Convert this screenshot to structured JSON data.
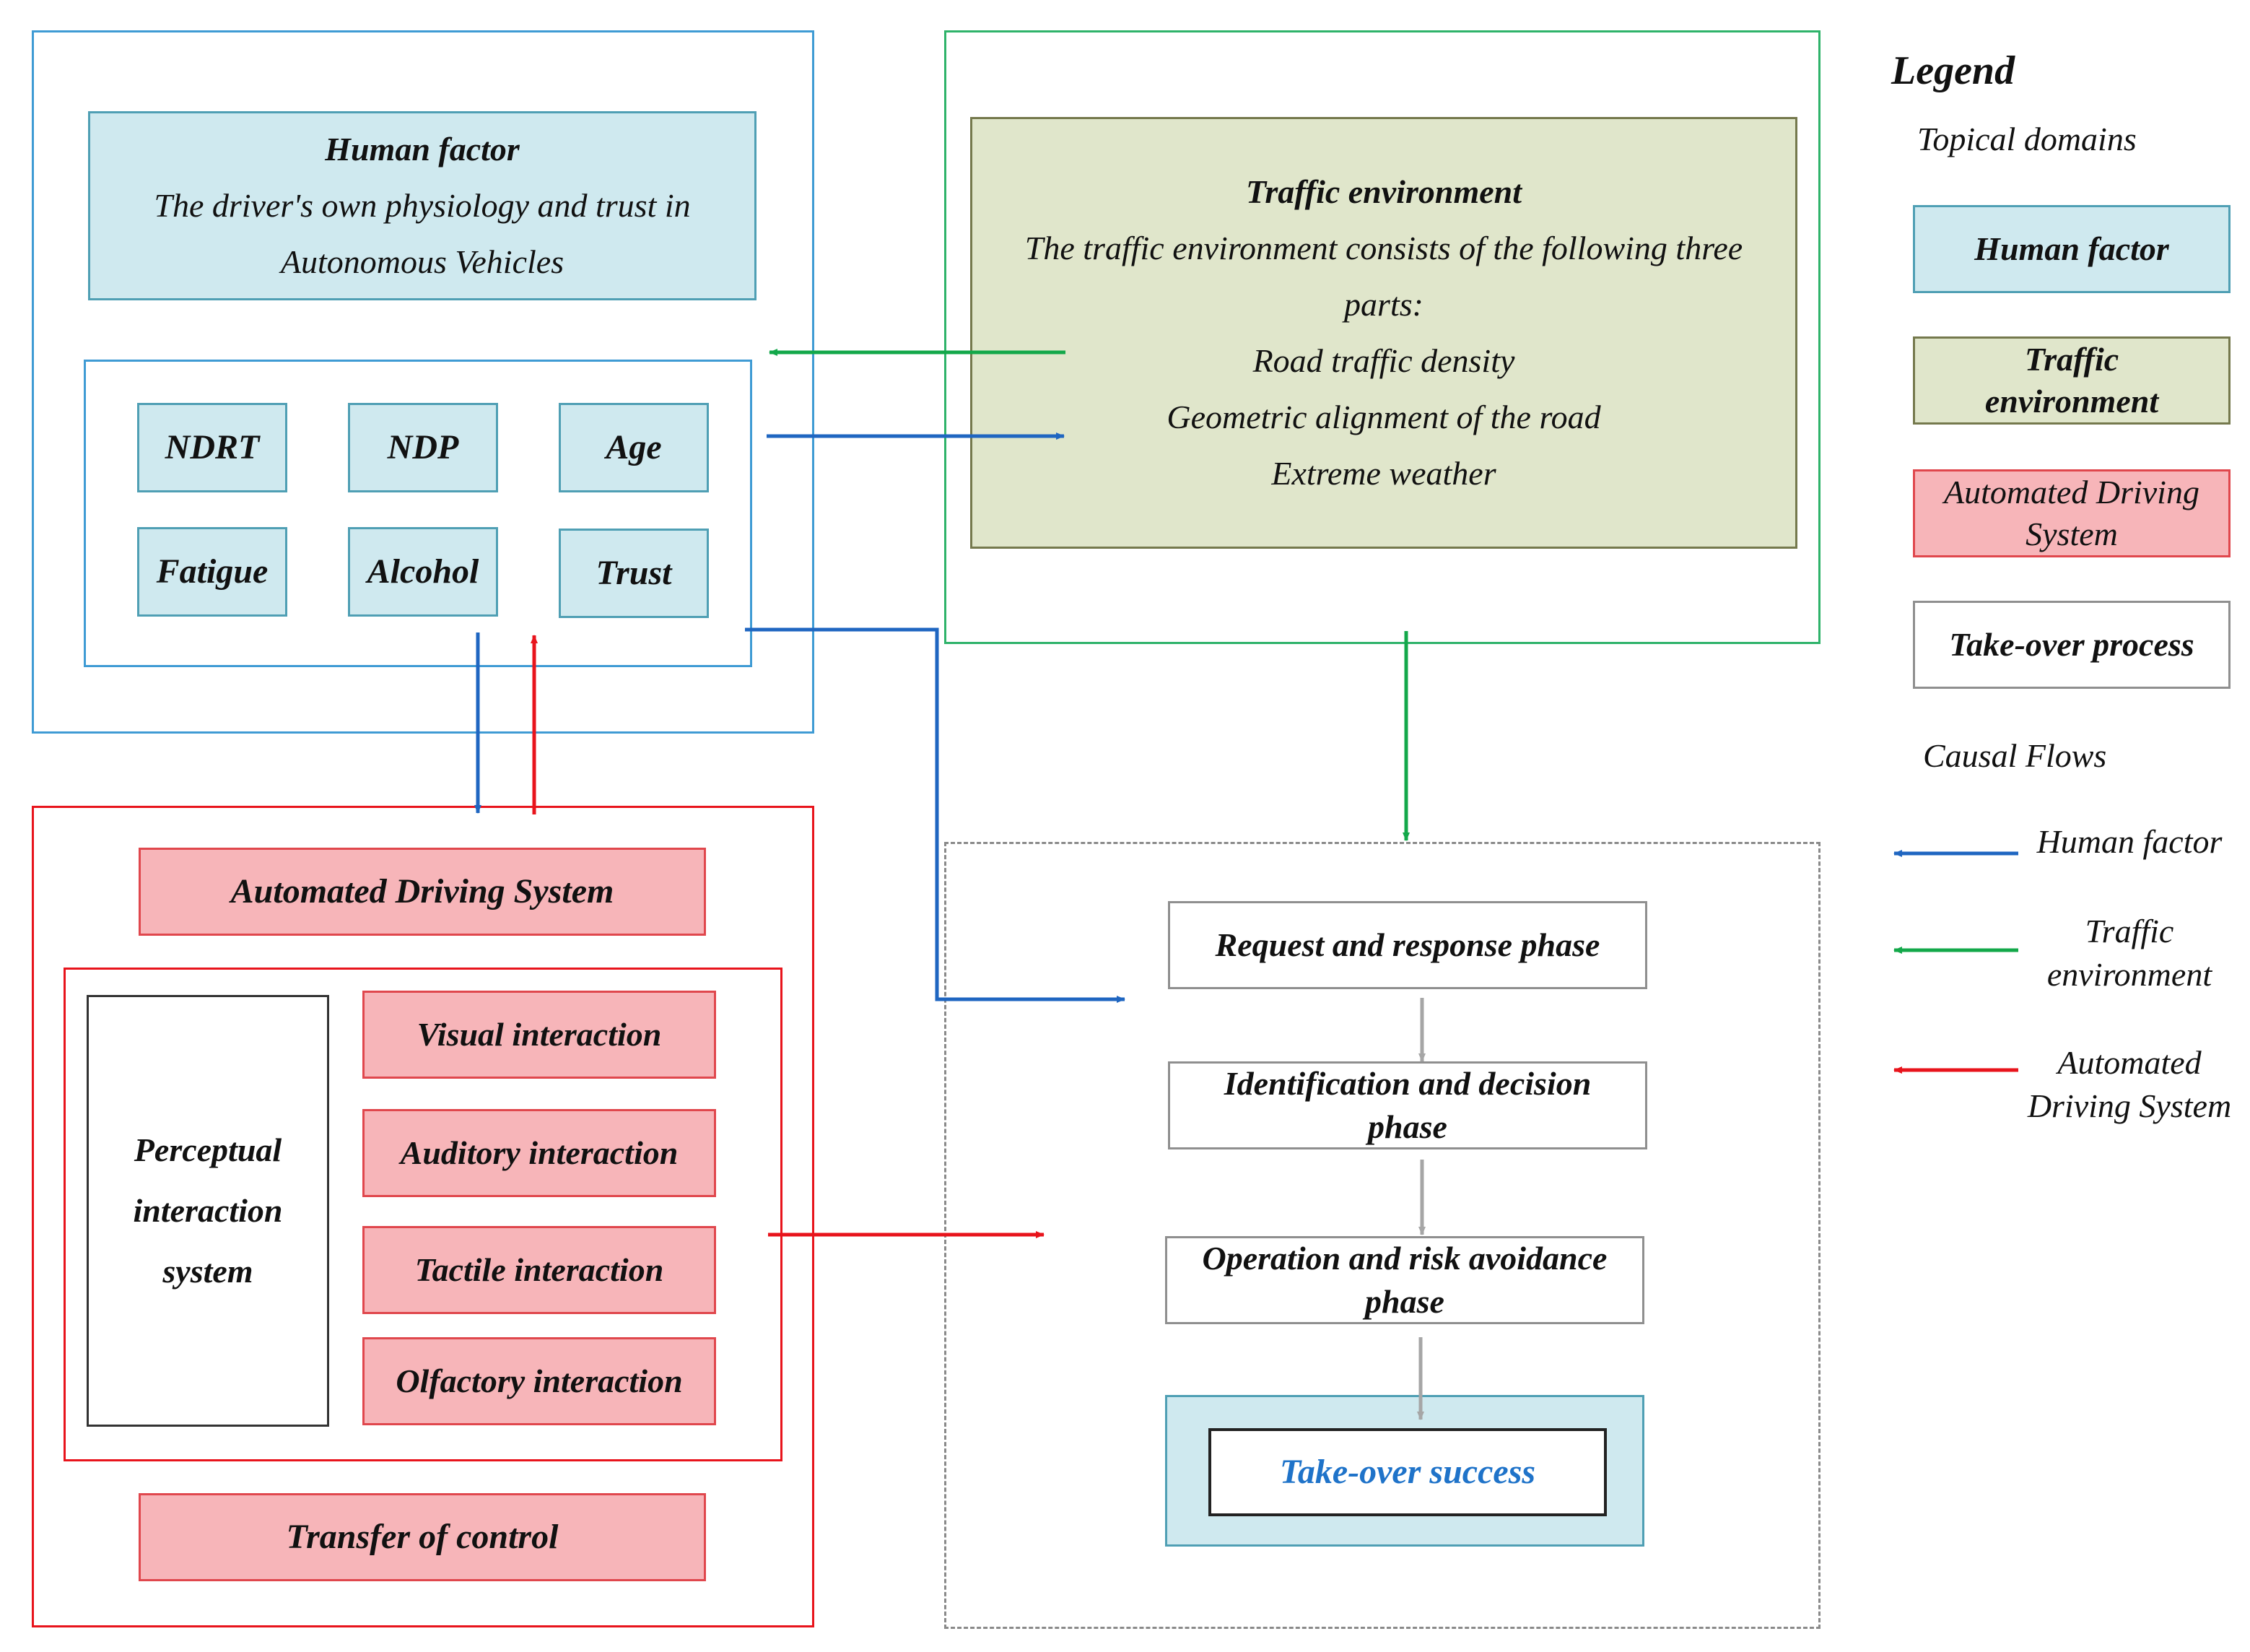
{
  "human_factor": {
    "title": "Human factor",
    "description_line1": "The driver's own physiology and trust in",
    "description_line2": "Autonomous Vehicles",
    "factors": [
      "NDRT",
      "NDP",
      "Age",
      "Fatigue",
      "Alcohol",
      "Trust"
    ]
  },
  "traffic_environment": {
    "title": "Traffic environment",
    "description_line1": "The traffic environment consists of the following three",
    "description_line2": "parts:",
    "parts": [
      "Road traffic density",
      "Geometric alignment of the road",
      "Extreme weather"
    ]
  },
  "automated_driving_system": {
    "title": "Automated Driving System",
    "perceptual_title_lines": [
      "Perceptual",
      "interaction",
      "system"
    ],
    "interactions": [
      "Visual interaction",
      "Auditory interaction",
      "Tactile interaction",
      "Olfactory interaction"
    ],
    "transfer": "Transfer of control"
  },
  "takeover_process": {
    "phases": [
      {
        "line1": "Request and response phase",
        "line2": ""
      },
      {
        "line1": "Identification and decision",
        "line2": "phase"
      },
      {
        "line1": "Operation and risk avoidance",
        "line2": "phase"
      }
    ],
    "success": "Take-over success"
  },
  "legend": {
    "title": "Legend",
    "topical_domains_label": "Topical domains",
    "domains": [
      {
        "line1": "Human factor",
        "line2": ""
      },
      {
        "line1": "Traffic",
        "line2": "environment"
      },
      {
        "line1": "Automated Driving",
        "line2": "System"
      },
      {
        "line1": "Take-over process",
        "line2": ""
      }
    ],
    "causal_flows_label": "Causal Flows",
    "flows": [
      {
        "line1": "Human factor",
        "line2": "",
        "color": "#1f66c1"
      },
      {
        "line1": "Traffic",
        "line2": "environment",
        "color": "#13a84a"
      },
      {
        "line1": "Automated",
        "line2": "Driving System",
        "color": "#e8141c"
      }
    ]
  },
  "colors": {
    "human_factor_fill": "#cfe9ef",
    "traffic_fill": "#e0e6cb",
    "ads_fill": "#f7b5b9",
    "human_flow": "#1f66c1",
    "traffic_flow": "#13a84a",
    "ads_flow": "#e8141c",
    "process_flow": "#a6a6a6",
    "success_text": "#1f73c9"
  }
}
